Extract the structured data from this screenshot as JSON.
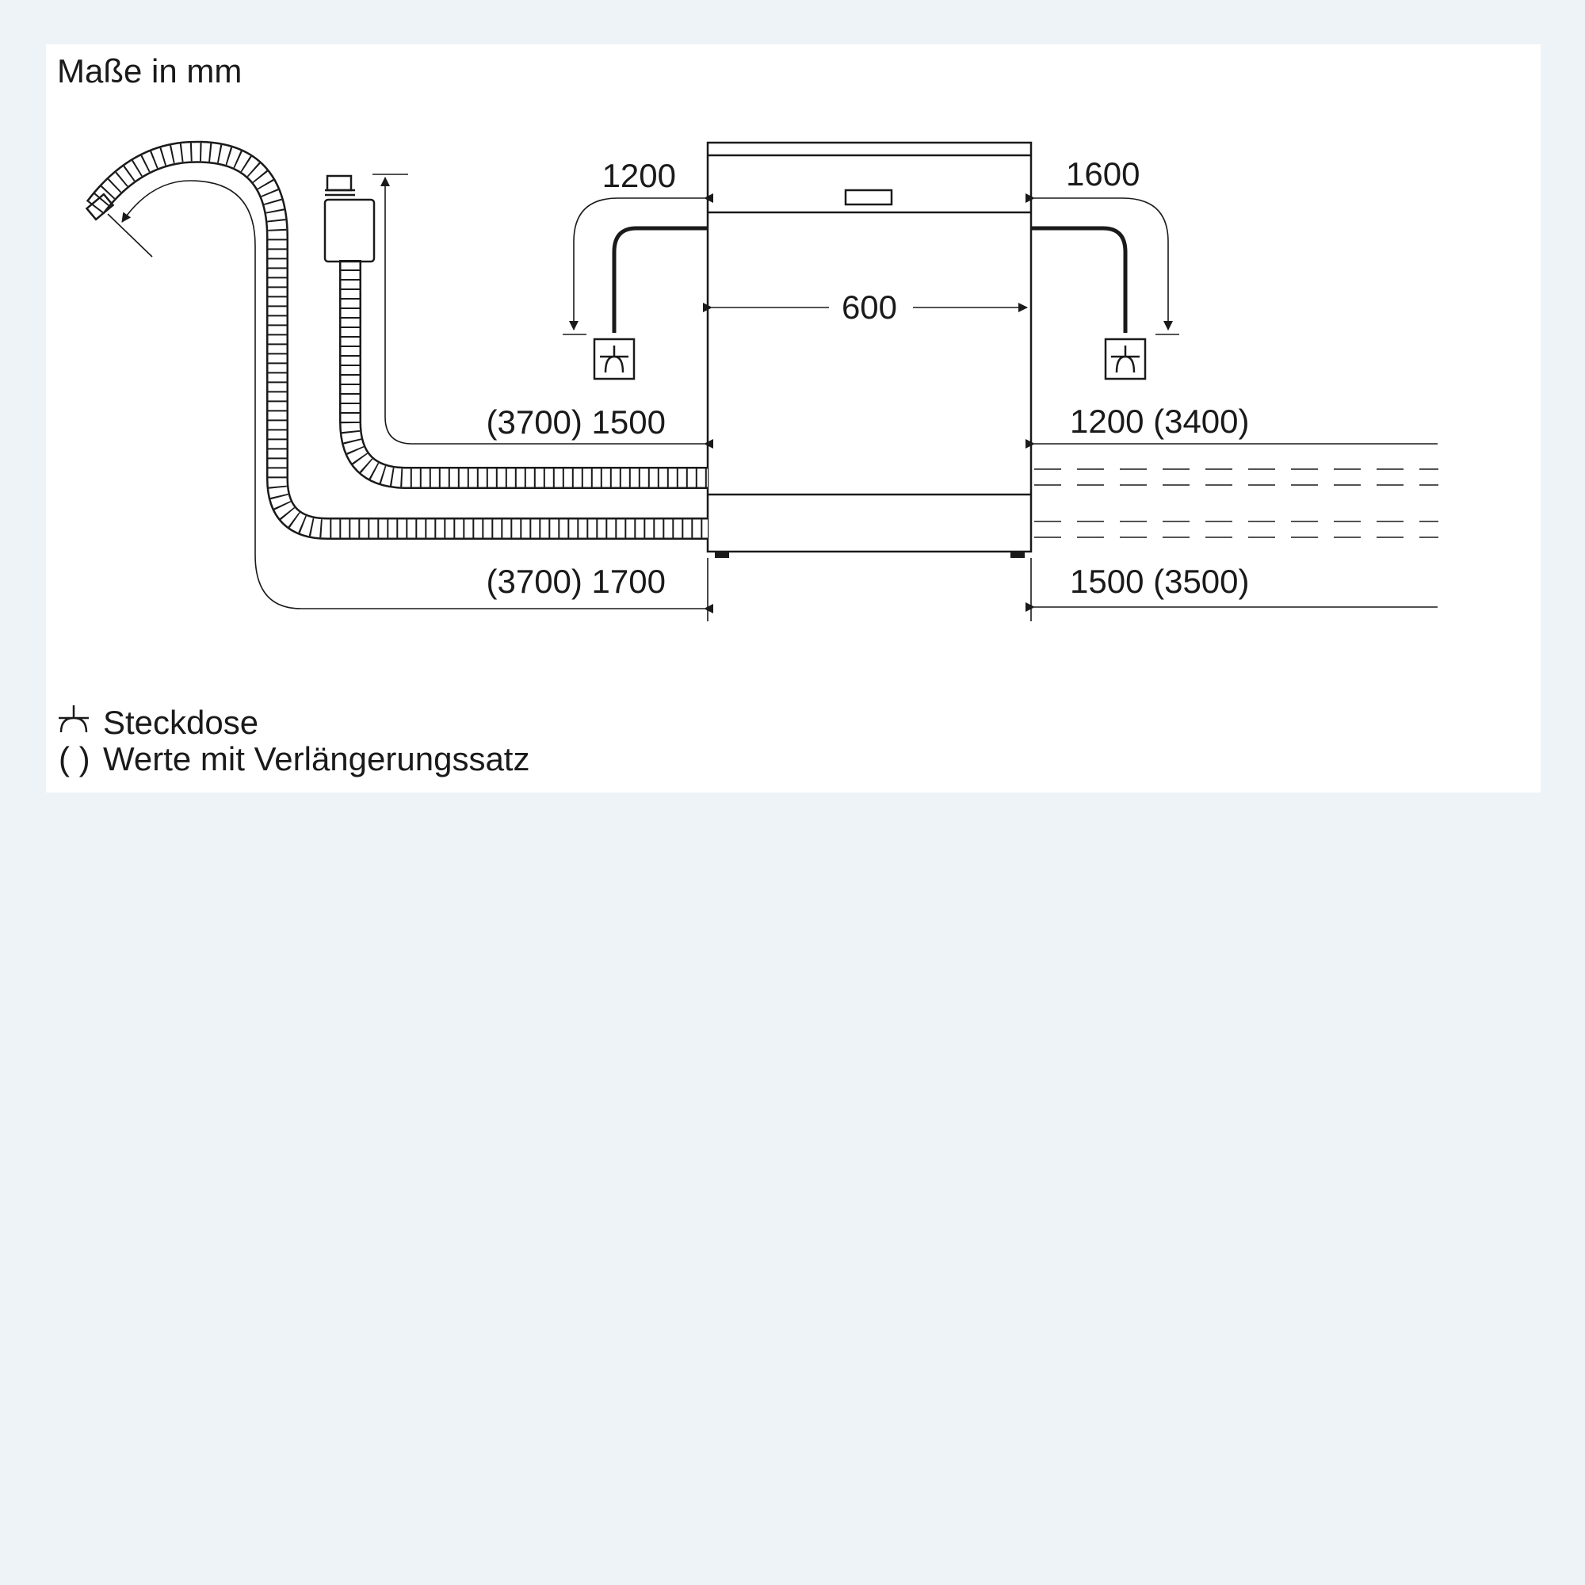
{
  "title": "Maße in mm",
  "dimensions": {
    "width": "600",
    "power_left": "1200",
    "power_right": "1600",
    "inlet_left": "(3700) 1500",
    "inlet_right": "1200 (3400)",
    "drain_left": "(3700) 1700",
    "drain_right": "1500 (3500)"
  },
  "legend": {
    "socket_label": "Steckdose",
    "paren_symbol": "( )",
    "paren_label": "Werte mit Verlängerungssatz"
  }
}
